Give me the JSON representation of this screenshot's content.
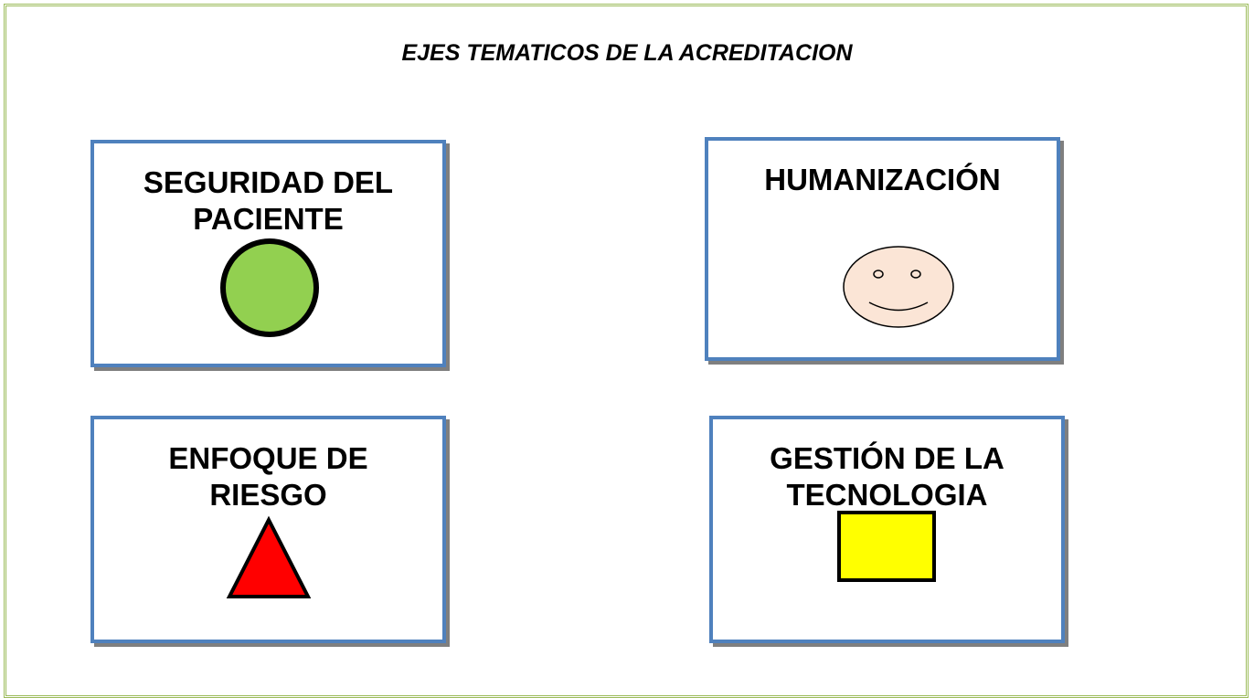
{
  "title": "EJES TEMATICOS DE LA  ACREDITACION",
  "cards": [
    {
      "label_line1": "SEGURIDAD DEL",
      "label_line2": "PACIENTE",
      "icon": "green-circle",
      "color": "#92d050"
    },
    {
      "label_line1": "HUMANIZACIÓN",
      "label_line2": "",
      "icon": "smiley-face",
      "color": "#fbe5d6"
    },
    {
      "label_line1": "ENFOQUE DE",
      "label_line2": "RIESGO",
      "icon": "red-triangle",
      "color": "#ff0000"
    },
    {
      "label_line1": "GESTIÓN DE LA",
      "label_line2": "TECNOLOGIA",
      "icon": "yellow-rectangle",
      "color": "#ffff00"
    }
  ]
}
